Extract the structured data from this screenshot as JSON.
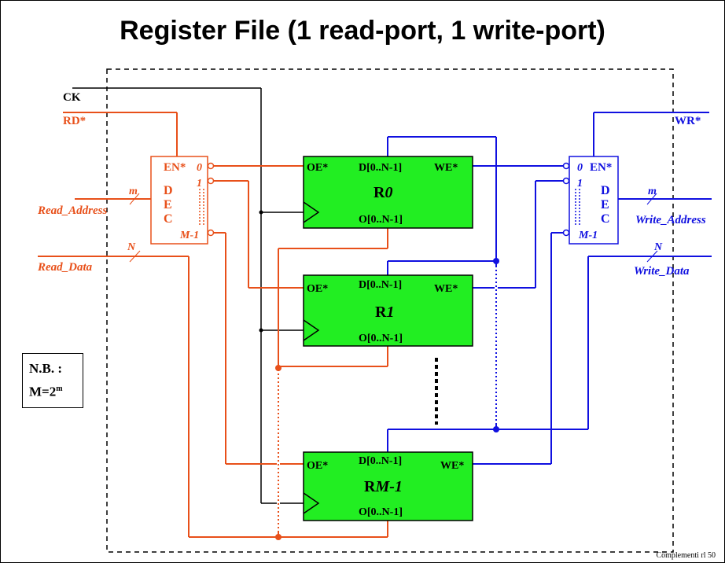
{
  "title": "Register File (1 read-port, 1 write-port)",
  "footer": "Complementi rl  50",
  "note": {
    "line1": "N.B. :",
    "line2_base": "M=2",
    "line2_sup": "m"
  },
  "signals": {
    "ck": "CK",
    "rd": "RD*",
    "wr": "WR*",
    "read_address": "Read_Address",
    "read_data": "Read_Data",
    "write_address": "Write_Address",
    "write_data": "Write_Data",
    "bus_m": "m",
    "bus_n": "N"
  },
  "read_decoder": {
    "en": "EN*",
    "d": "D",
    "e": "E",
    "c": "C",
    "out0": "0",
    "out1": "1",
    "outM": "M-1"
  },
  "write_decoder": {
    "en": "EN*",
    "d": "D",
    "e": "E",
    "c": "C",
    "out0": "0",
    "out1": "1",
    "outM": "M-1"
  },
  "registers": [
    {
      "name_prefix": "R",
      "name_index": "0",
      "oe": "OE*",
      "d": "D[0..N-1]",
      "we": "WE*",
      "o": "O[0..N-1]"
    },
    {
      "name_prefix": "R",
      "name_index": "1",
      "oe": "OE*",
      "d": "D[0..N-1]",
      "we": "WE*",
      "o": "O[0..N-1]"
    },
    {
      "name_prefix": "R",
      "name_index": "M-1",
      "oe": "OE*",
      "d": "D[0..N-1]",
      "we": "WE*",
      "o": "O[0..N-1]"
    }
  ],
  "colors": {
    "read": "#e8501a",
    "write": "#1010e0",
    "register_fill": "#22ee22",
    "clock": "#000000"
  }
}
